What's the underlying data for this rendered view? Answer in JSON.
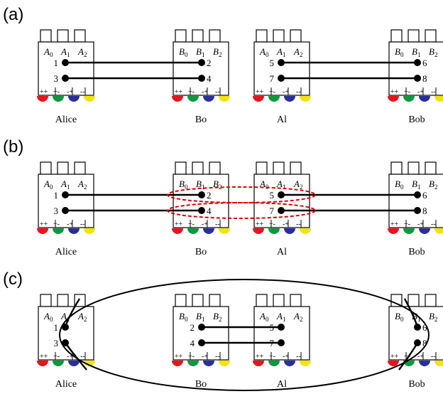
{
  "panels": [
    {
      "label": "(a)",
      "boxes": [
        {
          "name": "Alice",
          "headers": [
            {
              "base": "A",
              "sub": "0"
            },
            {
              "base": "A",
              "sub": "1"
            },
            {
              "base": "A",
              "sub": "2"
            }
          ],
          "ports": [
            "1",
            "3"
          ]
        },
        {
          "name": "Bo",
          "headers": [
            {
              "base": "B",
              "sub": "0"
            },
            {
              "base": "B",
              "sub": "1"
            },
            {
              "base": "B",
              "sub": "2"
            }
          ],
          "ports": [
            "2",
            "4"
          ]
        },
        {
          "name": "Al",
          "headers": [
            {
              "base": "A",
              "sub": "0"
            },
            {
              "base": "A",
              "sub": "1"
            },
            {
              "base": "A",
              "sub": "2"
            }
          ],
          "ports": [
            "5",
            "7"
          ]
        },
        {
          "name": "Bob",
          "headers": [
            {
              "base": "B",
              "sub": "0"
            },
            {
              "base": "B",
              "sub": "1"
            },
            {
              "base": "B",
              "sub": "2"
            }
          ],
          "ports": [
            "6",
            "8"
          ]
        }
      ]
    },
    {
      "label": "(b)",
      "boxes": [
        {
          "name": "Alice",
          "headers": [
            {
              "base": "A",
              "sub": "0"
            },
            {
              "base": "A",
              "sub": "1"
            },
            {
              "base": "A",
              "sub": "2"
            }
          ],
          "ports": [
            "1",
            "3"
          ]
        },
        {
          "name": "Bo",
          "headers": [
            {
              "base": "B",
              "sub": "0"
            },
            {
              "base": "B",
              "sub": "1"
            },
            {
              "base": "B",
              "sub": "2"
            }
          ],
          "ports": [
            "2",
            "4"
          ]
        },
        {
          "name": "Al",
          "headers": [
            {
              "base": "A",
              "sub": "0"
            },
            {
              "base": "A",
              "sub": "1"
            },
            {
              "base": "A",
              "sub": "2"
            }
          ],
          "ports": [
            "5",
            "7"
          ]
        },
        {
          "name": "Bob",
          "headers": [
            {
              "base": "B",
              "sub": "0"
            },
            {
              "base": "B",
              "sub": "1"
            },
            {
              "base": "B",
              "sub": "2"
            }
          ],
          "ports": [
            "6",
            "8"
          ]
        }
      ]
    },
    {
      "label": "(c)",
      "boxes": [
        {
          "name": "Alice",
          "headers": [
            {
              "base": "A",
              "sub": "0"
            },
            {
              "base": "A",
              "sub": "1"
            },
            {
              "base": "A",
              "sub": "2"
            }
          ],
          "ports": [
            "1",
            "3"
          ]
        },
        {
          "name": "Bo",
          "headers": [
            {
              "base": "B",
              "sub": "0"
            },
            {
              "base": "B",
              "sub": "1"
            },
            {
              "base": "B",
              "sub": "2"
            }
          ],
          "ports": [
            "2",
            "4"
          ]
        },
        {
          "name": "Al",
          "headers": [
            {
              "base": "A",
              "sub": "0"
            },
            {
              "base": "A",
              "sub": "1"
            },
            {
              "base": "A",
              "sub": "2"
            }
          ],
          "ports": [
            "5",
            "7"
          ]
        },
        {
          "name": "Bob",
          "headers": [
            {
              "base": "B",
              "sub": "0"
            },
            {
              "base": "B",
              "sub": "1"
            },
            {
              "base": "B",
              "sub": "2"
            }
          ],
          "ports": [
            "6",
            "8"
          ]
        }
      ]
    }
  ],
  "outcome_labels": [
    "++",
    "+-",
    "-+",
    "--"
  ],
  "outcome_colors": [
    "#e8141c",
    "#0a9a3c",
    "#2a2e9a",
    "#f2e40a"
  ],
  "highlight_color": "#e00000"
}
